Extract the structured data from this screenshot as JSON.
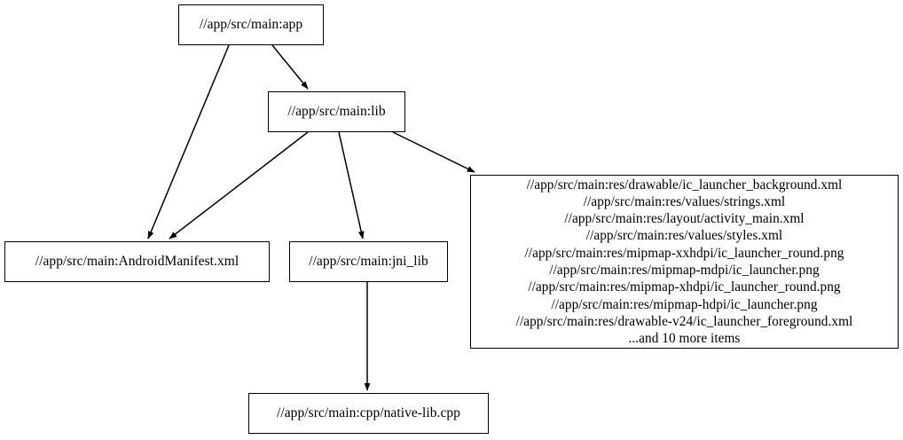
{
  "graph": {
    "type": "directed-dependency-graph",
    "background_color": "#ffffff",
    "node_border_color": "#000000",
    "node_fill_color": "#ffffff",
    "edge_color": "#000000",
    "nodes": [
      {
        "id": "app",
        "label": "//app/src/main:app"
      },
      {
        "id": "lib",
        "label": "//app/src/main:lib"
      },
      {
        "id": "manifest",
        "label": "//app/src/main:AndroidManifest.xml"
      },
      {
        "id": "jni_lib",
        "label": "//app/src/main:jni_lib"
      },
      {
        "id": "resources",
        "label": "//app/src/main:res/drawable/ic_launcher_background.xml\n//app/src/main:res/values/strings.xml\n//app/src/main:res/layout/activity_main.xml\n//app/src/main:res/values/styles.xml\n//app/src/main:res/mipmap-xxhdpi/ic_launcher_round.png\n//app/src/main:res/mipmap-mdpi/ic_launcher.png\n//app/src/main:res/mipmap-xhdpi/ic_launcher_round.png\n//app/src/main:res/mipmap-hdpi/ic_launcher.png\n//app/src/main:res/drawable-v24/ic_launcher_foreground.xml\n...and 10 more items",
        "lines": [
          "//app/src/main:res/drawable/ic_launcher_background.xml",
          "//app/src/main:res/values/strings.xml",
          "//app/src/main:res/layout/activity_main.xml",
          "//app/src/main:res/values/styles.xml",
          "//app/src/main:res/mipmap-xxhdpi/ic_launcher_round.png",
          "//app/src/main:res/mipmap-mdpi/ic_launcher.png",
          "//app/src/main:res/mipmap-xhdpi/ic_launcher_round.png",
          "//app/src/main:res/mipmap-hdpi/ic_launcher.png",
          "//app/src/main:res/drawable-v24/ic_launcher_foreground.xml",
          "...and 10 more items"
        ],
        "overflow_note": "...and 10 more items",
        "overflow_count": 10
      },
      {
        "id": "native_lib",
        "label": "//app/src/main:cpp/native-lib.cpp"
      }
    ],
    "edges": [
      {
        "from": "app",
        "to": "lib"
      },
      {
        "from": "app",
        "to": "manifest"
      },
      {
        "from": "lib",
        "to": "manifest"
      },
      {
        "from": "lib",
        "to": "jni_lib"
      },
      {
        "from": "lib",
        "to": "resources"
      },
      {
        "from": "jni_lib",
        "to": "native_lib"
      }
    ]
  }
}
